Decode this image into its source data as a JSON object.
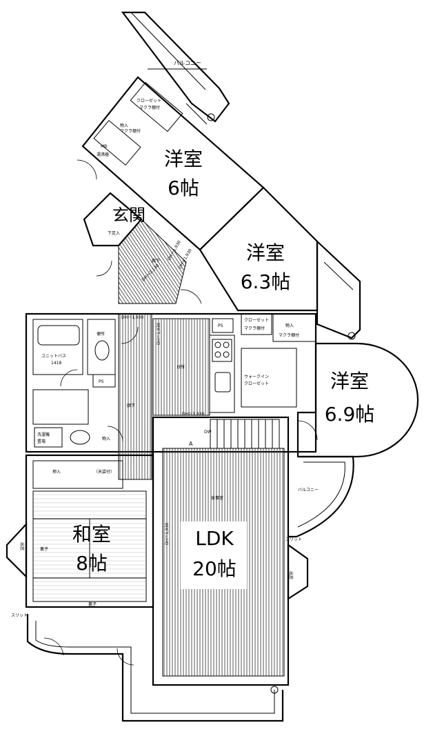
{
  "rooms": {
    "western1": {
      "name": "洋室",
      "size": "6帖"
    },
    "western2": {
      "name": "洋室",
      "size": "6.3帖"
    },
    "western3": {
      "name": "洋室",
      "size": "6.9帖"
    },
    "ldk": {
      "name": "LDK",
      "size": "20帖"
    },
    "japanese": {
      "name": "和室",
      "size": "8帖"
    },
    "entrance": {
      "name": "玄関"
    }
  },
  "labels": {
    "balcony_top": "バルコニー",
    "balcony_right": "バルコニー",
    "closet_top": "クローゼット",
    "makura_top": "マクラ棚付",
    "storage_top": "物入",
    "makura_top2": "マクラ棚付",
    "mb": "MB",
    "water_heater": "湯沸器",
    "shoe_box": "下足入",
    "hall_top": "廊下",
    "hall_mid": "廊下",
    "closet_mid": "クローゼット",
    "makura_mid": "マクラ棚付",
    "storage_mid": "物入",
    "makura_mid2": "マクラ棚付",
    "ps1": "PS",
    "ps2": "PS",
    "toilet": "便所",
    "unit_bath": "ユニットバス",
    "unit_bath_size": "1418",
    "kitchen": "台所",
    "walkin": "ウォークイン",
    "walkin2": "クローゼット",
    "washer": "洗濯機",
    "washer2": "置場",
    "storage_wash": "物入",
    "oshiire": "押入",
    "tenbukuro": "（天袋付）",
    "dining": "食事室",
    "demado_left": "出窓",
    "demado_right": "出窓",
    "slit_left": "スリット",
    "slit_right": "スリット",
    "dh1": "DH＝1,930",
    "dh2": "DH＝1,930",
    "dh3": "DH＝1,930",
    "dh4": "DH＝1,930",
    "dh5": "DH＝1,930",
    "dh6": "DH＝1,930",
    "dh7": "DH＝2,130",
    "mark_a": "A",
    "dw": "DW",
    "ura1": "裏子",
    "ura2": "裏子"
  }
}
